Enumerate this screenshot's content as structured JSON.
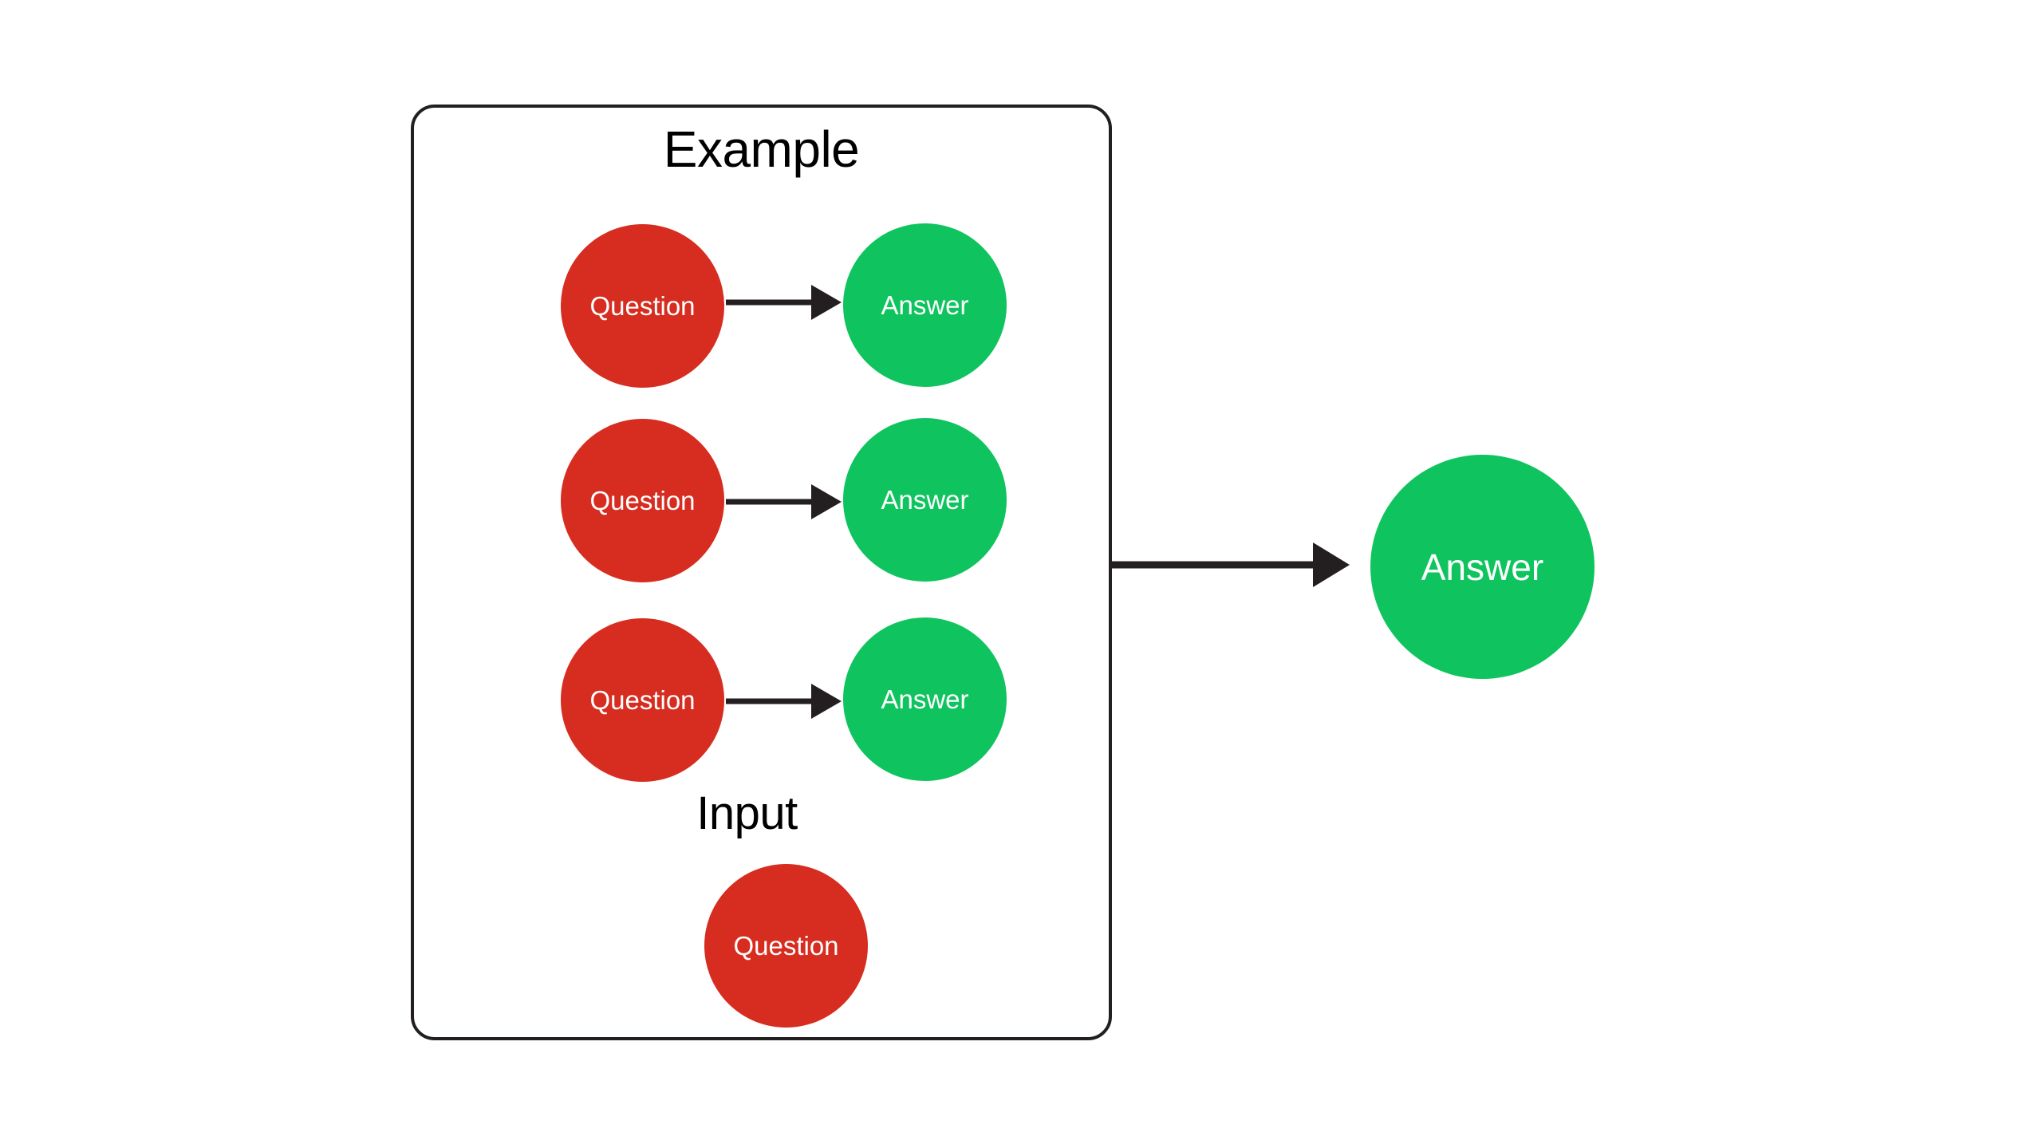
{
  "diagram": {
    "background_color": "#ffffff",
    "box": {
      "label": "example-container",
      "border_color": "#231f20"
    },
    "headings": {
      "example": "Example",
      "input": "Input"
    },
    "colors": {
      "question": "#d62d20",
      "answer": "#0fc45e",
      "stroke": "#231f20",
      "label_text": "#ffffff",
      "heading_text": "#000000"
    },
    "example_pairs": [
      {
        "question": "Question",
        "answer": "Answer"
      },
      {
        "question": "Question",
        "answer": "Answer"
      },
      {
        "question": "Question",
        "answer": "Answer"
      }
    ],
    "input_node": {
      "question": "Question"
    },
    "output_node": {
      "answer": "Answer"
    },
    "arrows": {
      "pair_arrow_name": "question-to-answer-arrow",
      "output_arrow_name": "example-to-answer-arrow"
    }
  }
}
